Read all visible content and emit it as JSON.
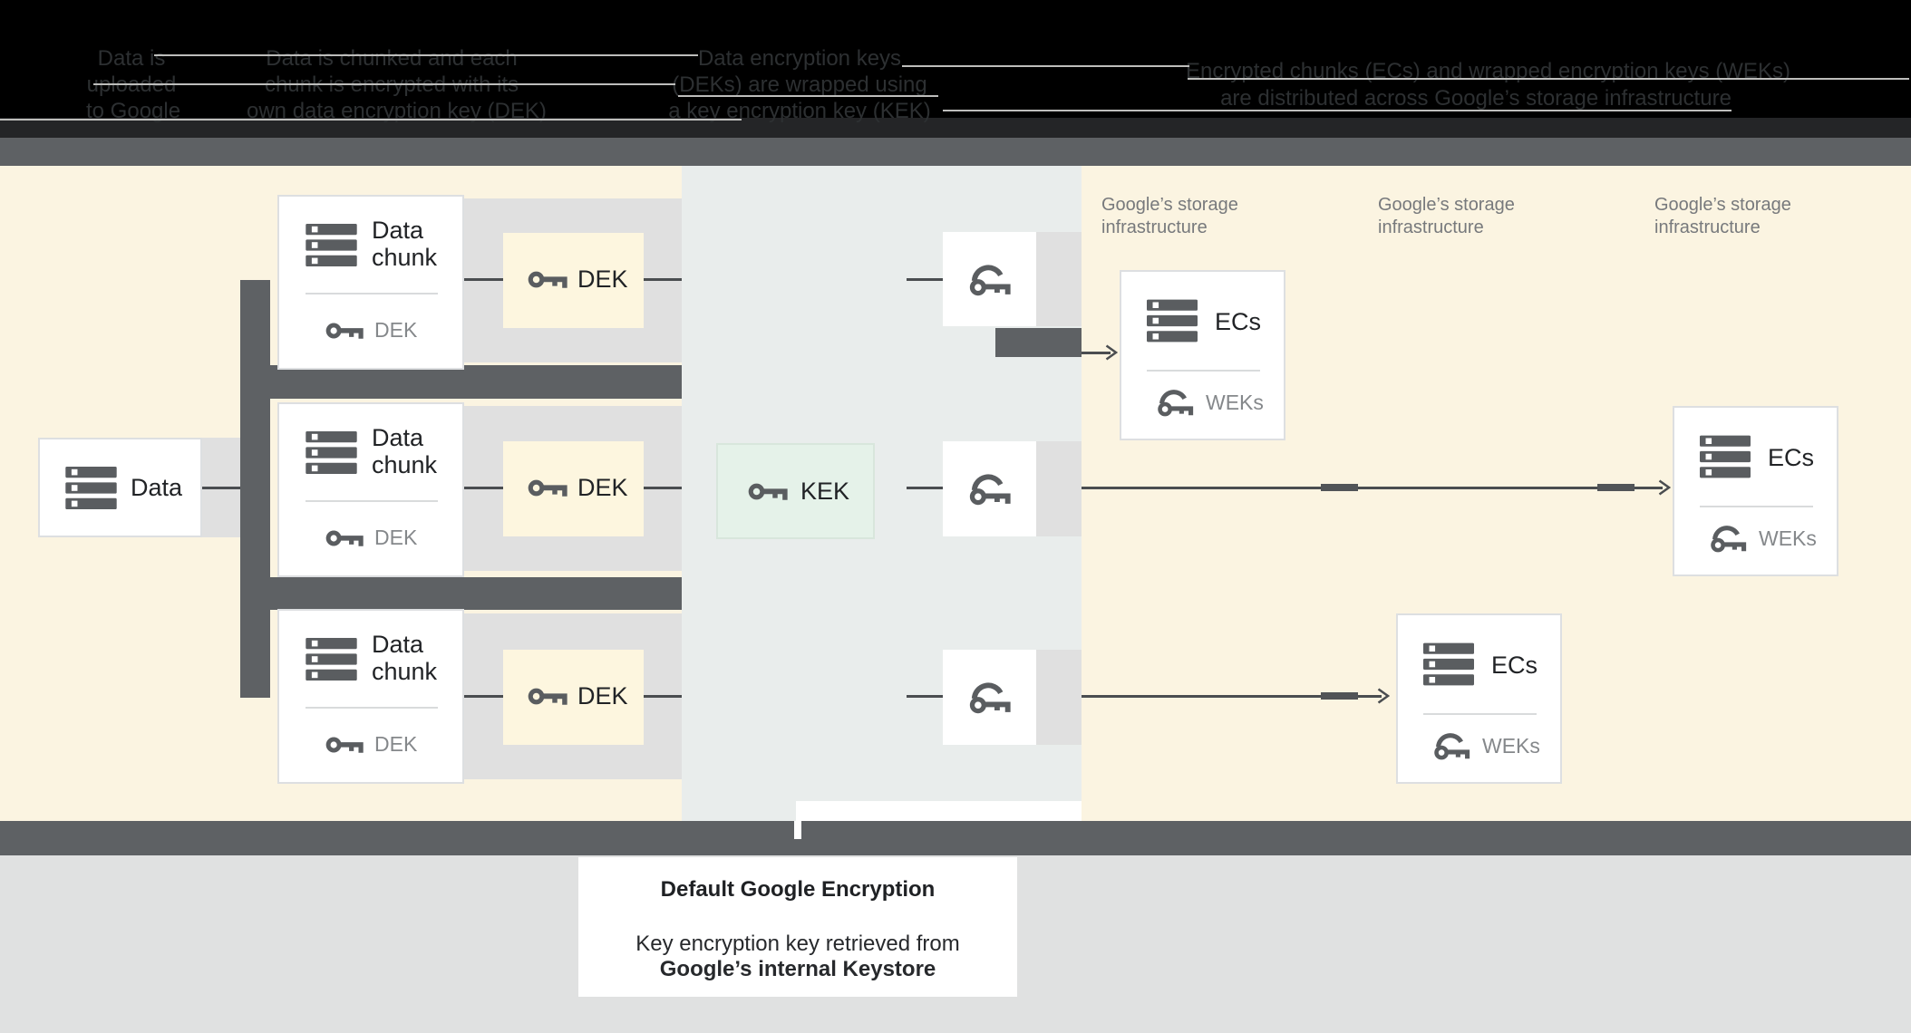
{
  "header": {
    "col1": {
      "line1": "Data is",
      "line2": "uploaded",
      "line3": "to Google"
    },
    "col2": {
      "line1": "Data is chunked and each",
      "line2": "chunk is encrypted with its",
      "line3": "own data encryption key (DEK)"
    },
    "col3": {
      "line1": "Data encryption keys",
      "line2": "(DEKs) are wrapped using",
      "line3": "a key encryption key (KEK)"
    },
    "col4": {
      "line1": "Encrypted chunks (ECs) and wrapped encryption keys (WEKs)",
      "line2": "are distributed across Google’s storage infrastructure"
    }
  },
  "diagram": {
    "data_box": {
      "label": "Data"
    },
    "chunk_rows": [
      {
        "title_line1": "Data",
        "title_line2": "chunk",
        "key_label": "DEK",
        "dek_box_label": "DEK"
      },
      {
        "title_line1": "Data",
        "title_line2": "chunk",
        "key_label": "DEK",
        "dek_box_label": "DEK"
      },
      {
        "title_line1": "Data",
        "title_line2": "chunk",
        "key_label": "DEK",
        "dek_box_label": "DEK"
      }
    ],
    "kek_box": {
      "label": "KEK"
    },
    "storage_labels": [
      {
        "line1": "Google’s storage",
        "line2": "infrastructure"
      },
      {
        "line1": "Google’s storage",
        "line2": "infrastructure"
      },
      {
        "line1": "Google’s storage",
        "line2": "infrastructure"
      }
    ],
    "ec_boxes": [
      {
        "label": "ECs",
        "key_label": "WEKs"
      },
      {
        "label": "ECs",
        "key_label": "WEKs"
      },
      {
        "label": "ECs",
        "key_label": "WEKs"
      }
    ]
  },
  "caption": {
    "title": "Default Google Encryption",
    "body_line1": "Key encryption key retrieved from",
    "body_line2": "Google’s internal Keystore"
  },
  "colors": {
    "cream": "#fbf4e1",
    "panel_gray": "#e9edec",
    "band_gray": "#e0e0e0",
    "bar_dark": "#5e6164",
    "kek_green": "#e5f2e9",
    "dek_cream": "#fdf6df",
    "icon_gray": "#5a5d60"
  }
}
